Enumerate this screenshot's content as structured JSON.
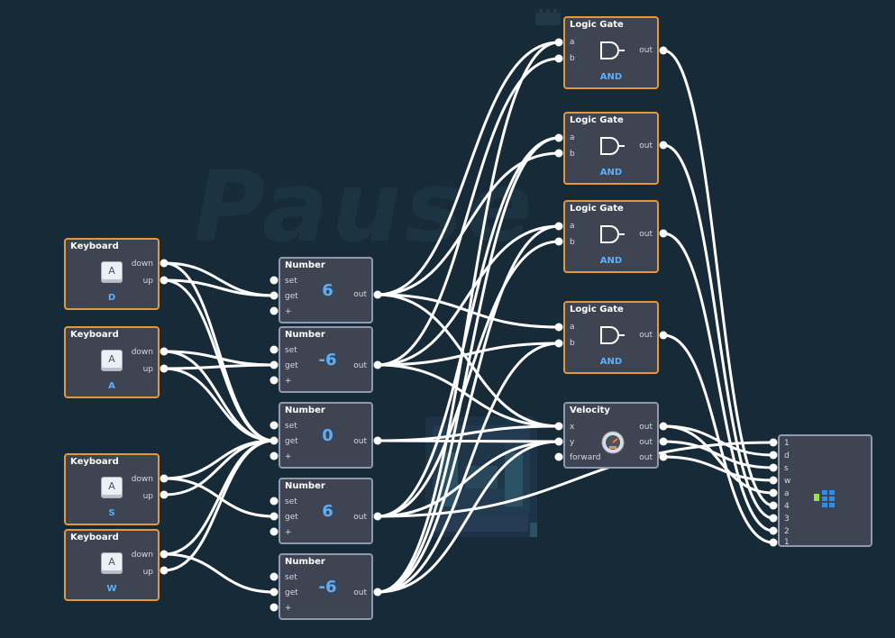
{
  "watermark": "Pause",
  "colors": {
    "background": "#172a38",
    "node": "#3e4452",
    "wire": "#ffffff",
    "accent": "#5ab0ff",
    "orange": "#e3993a",
    "grey": "#8f99b0"
  },
  "keyboards": [
    {
      "title": "Keyboard",
      "key": "A",
      "name": "D",
      "out_down": "down",
      "out_up": "up"
    },
    {
      "title": "Keyboard",
      "key": "A",
      "name": "A",
      "out_down": "down",
      "out_up": "up"
    },
    {
      "title": "Keyboard",
      "key": "A",
      "name": "S",
      "out_down": "down",
      "out_up": "up"
    },
    {
      "title": "Keyboard",
      "key": "A",
      "name": "W",
      "out_down": "down",
      "out_up": "up"
    }
  ],
  "numbers": [
    {
      "title": "Number",
      "value": "6",
      "in_set": "set",
      "in_get": "get",
      "in_plus": "+",
      "out": "out"
    },
    {
      "title": "Number",
      "value": "-6",
      "in_set": "set",
      "in_get": "get",
      "in_plus": "+",
      "out": "out"
    },
    {
      "title": "Number",
      "value": "0",
      "in_set": "set",
      "in_get": "get",
      "in_plus": "+",
      "out": "out"
    },
    {
      "title": "Number",
      "value": "6",
      "in_set": "set",
      "in_get": "get",
      "in_plus": "+",
      "out": "out"
    },
    {
      "title": "Number",
      "value": "-6",
      "in_set": "set",
      "in_get": "get",
      "in_plus": "+",
      "out": "out"
    }
  ],
  "gates": [
    {
      "title": "Logic Gate",
      "in_a": "a",
      "in_b": "b",
      "out": "out",
      "type": "AND"
    },
    {
      "title": "Logic Gate",
      "in_a": "a",
      "in_b": "b",
      "out": "out",
      "type": "AND"
    },
    {
      "title": "Logic Gate",
      "in_a": "a",
      "in_b": "b",
      "out": "out",
      "type": "AND"
    },
    {
      "title": "Logic Gate",
      "in_a": "a",
      "in_b": "b",
      "out": "out",
      "type": "AND"
    }
  ],
  "velocity": {
    "title": "Velocity",
    "in_x": "x",
    "in_y": "y",
    "in_forward": "forward",
    "out_1": "out",
    "out_2": "out",
    "out_3": "out"
  },
  "output_node": {
    "ports": [
      "1",
      "d",
      "s",
      "w",
      "a",
      "4",
      "3",
      "2",
      "1"
    ]
  }
}
